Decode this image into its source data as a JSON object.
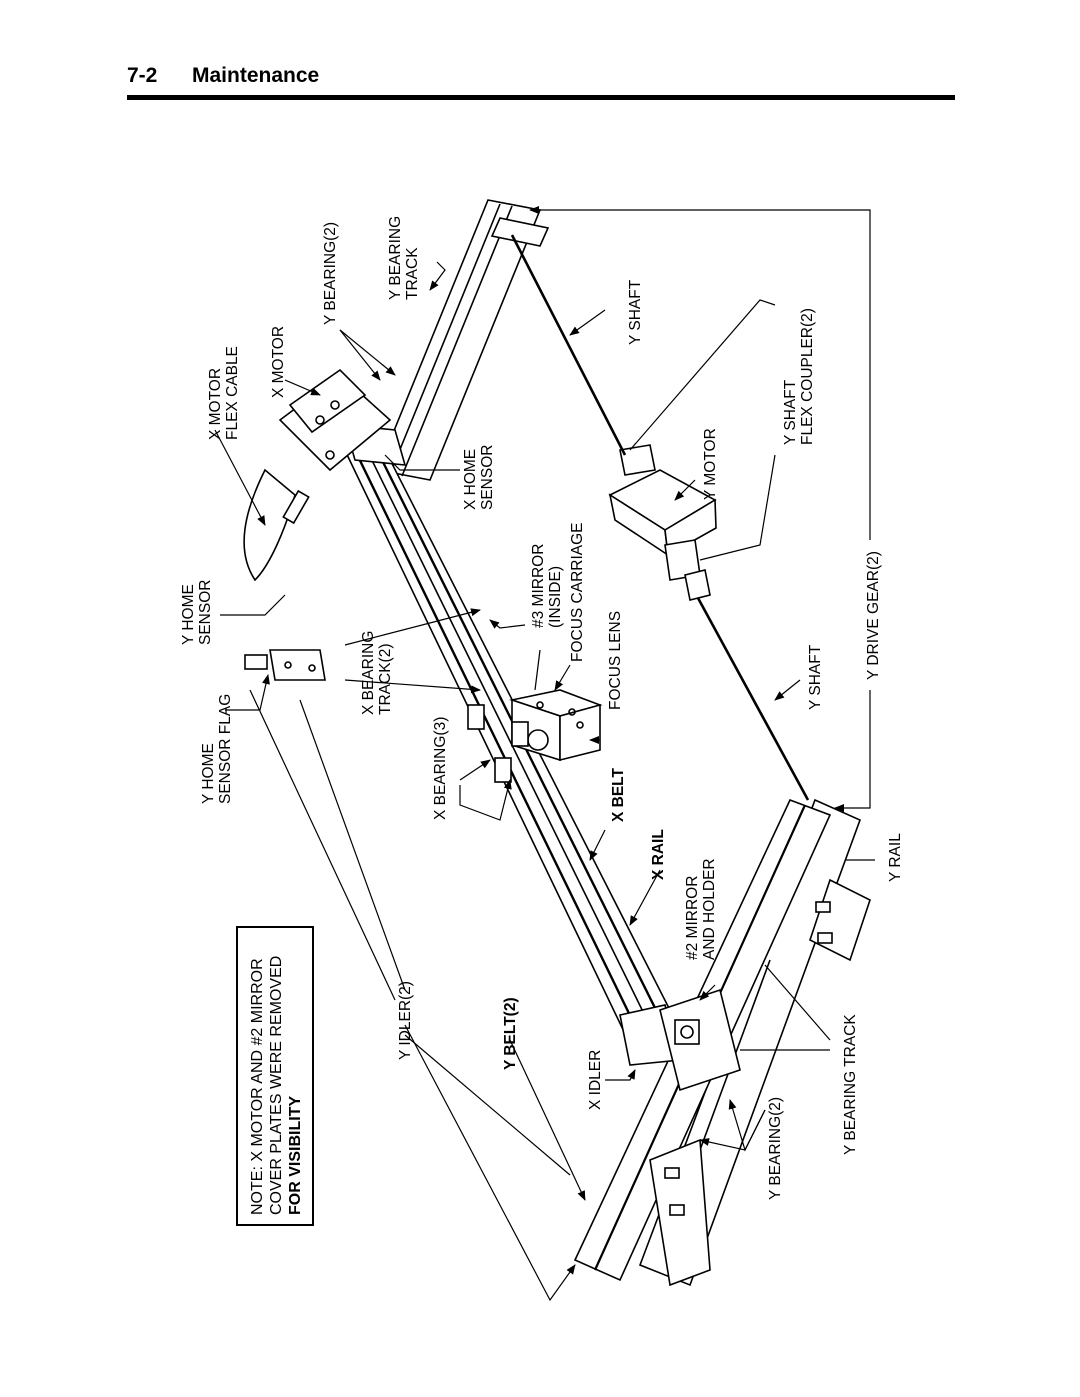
{
  "header": {
    "section_number": "7-2",
    "section_title": "Maintenance"
  },
  "labels": {
    "y_bearing_track_top": [
      "Y BEARING",
      "TRACK"
    ],
    "y_bearing_2_top": "Y BEARING(2)",
    "x_motor_flex_cable": [
      "X MOTOR",
      "FLEX CABLE"
    ],
    "x_motor": "X MOTOR",
    "y_shaft_top": "Y SHAFT",
    "y_shaft_flex_coupler": [
      "Y SHAFT",
      "FLEX COUPLER(2)"
    ],
    "y_motor": "Y MOTOR",
    "x_home_sensor": [
      "X HOME",
      "SENSOR"
    ],
    "y_home_sensor": [
      "Y HOME",
      "SENSOR"
    ],
    "mirror_3": [
      "#3 MIRROR",
      "(INSIDE)"
    ],
    "focus_carriage": "FOCUS CARRIAGE",
    "focus_lens": "FOCUS LENS",
    "x_bearing_track": [
      "X BEARING",
      "TRACK(2)"
    ],
    "y_home_sensor_flag": [
      "Y HOME",
      "SENSOR FLAG"
    ],
    "y_drive_gear": "Y DRIVE GEAR(2)",
    "y_shaft_bottom": "Y SHAFT",
    "x_bearing_3": "X BEARING(3)",
    "x_belt": "X BELT",
    "x_rail": "X RAIL",
    "mirror_2": [
      "#2 MIRROR",
      "AND HOLDER"
    ],
    "y_rail": "Y RAIL",
    "y_idler": "Y IDLER(2)",
    "y_belt": "Y BELT(2)",
    "x_idler": "X IDLER",
    "y_bearing_track_bottom": "Y BEARING TRACK",
    "y_bearing_2_bottom": "Y BEARING(2)"
  },
  "note": {
    "lines": [
      "NOTE: X MOTOR AND #2 MIRROR",
      "COVER PLATES WERE REMOVED",
      "FOR VISIBILITY"
    ]
  }
}
